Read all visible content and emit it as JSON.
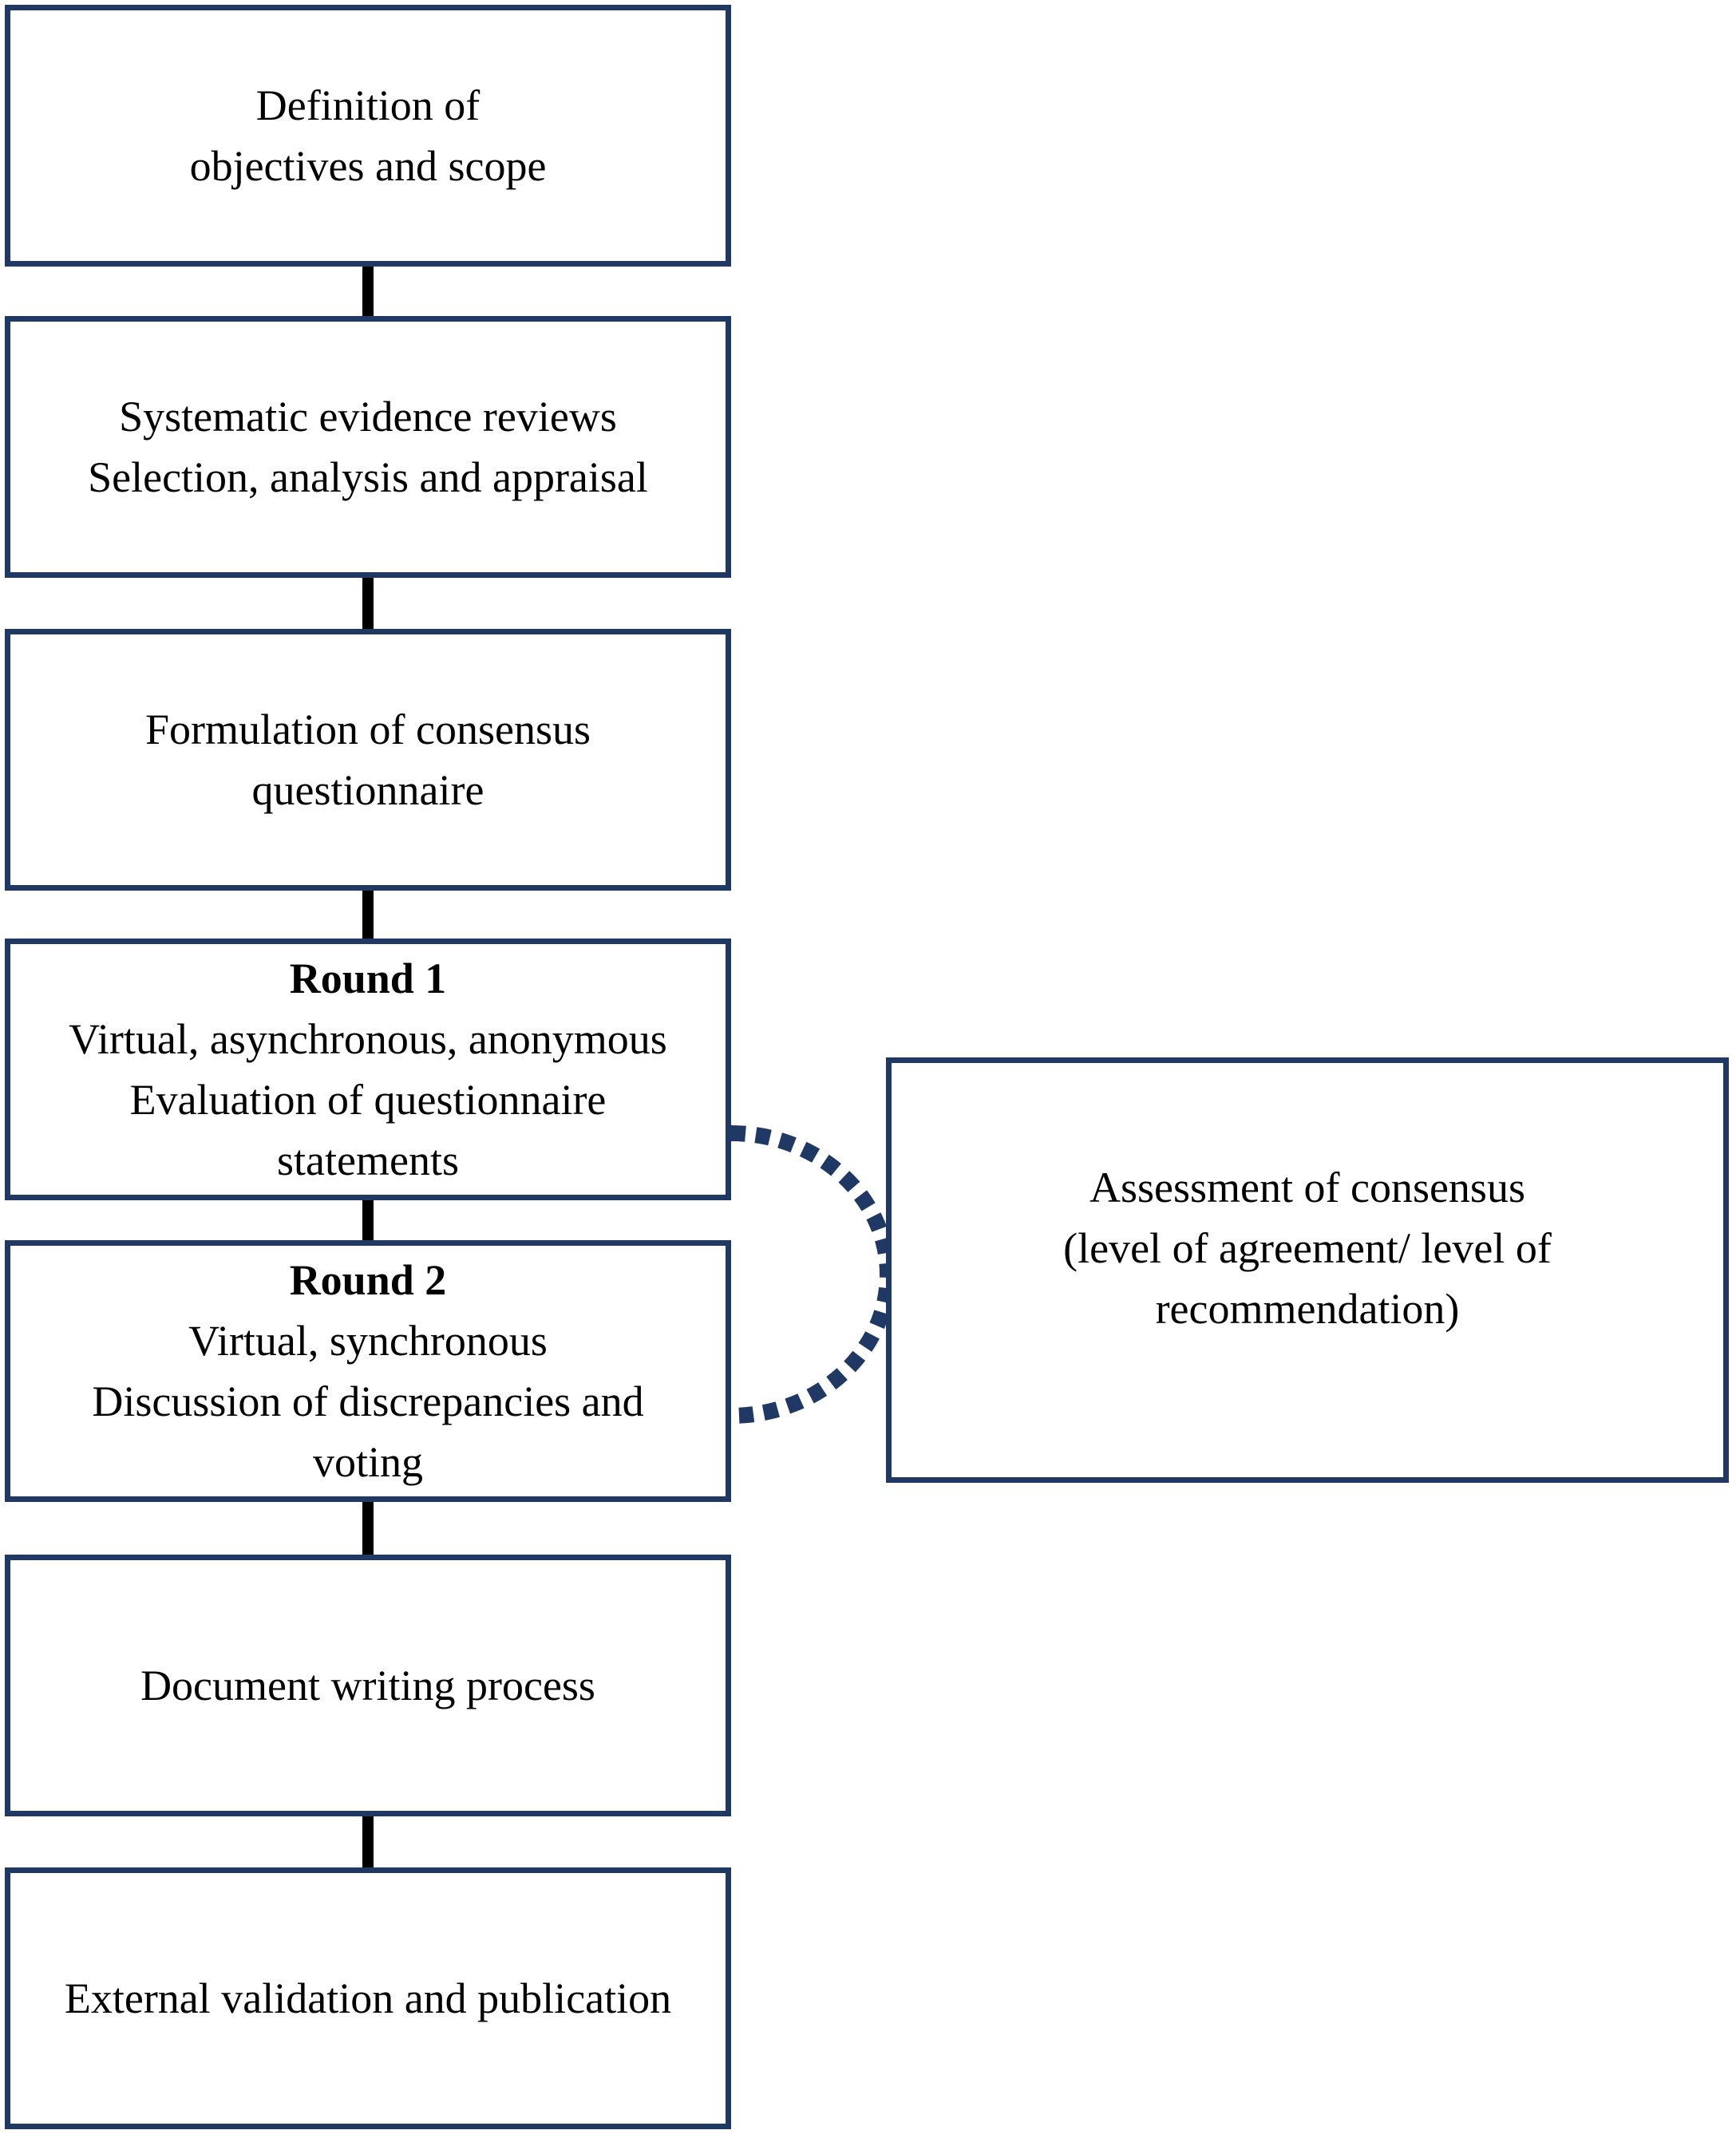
{
  "flowchart": {
    "colors": {
      "box_border": "#1f3864",
      "connector": "#000000",
      "dot": "#1f3864",
      "text": "#000000",
      "bg": "#ffffff"
    },
    "boxes": [
      {
        "id": "definition",
        "lines": [
          "Definition of",
          "objectives and scope"
        ]
      },
      {
        "id": "systematic-reviews",
        "lines": [
          "Systematic evidence reviews",
          "Selection, analysis and appraisal"
        ]
      },
      {
        "id": "questionnaire",
        "lines": [
          "Formulation of consensus",
          "questionnaire"
        ]
      },
      {
        "id": "round-1",
        "title": "Round 1",
        "lines": [
          "Virtual, asynchronous, anonymous",
          "Evaluation of questionnaire",
          "statements"
        ]
      },
      {
        "id": "round-2",
        "title": "Round 2",
        "lines": [
          "Virtual, synchronous",
          "Discussion of discrepancies and",
          "voting"
        ]
      },
      {
        "id": "document-writing",
        "lines": [
          "Document writing process"
        ]
      },
      {
        "id": "external-validation",
        "lines": [
          "External validation and publication"
        ]
      }
    ],
    "side_box": {
      "id": "assessment",
      "lines": [
        "Assessment of consensus",
        "(level of agreement/ level of",
        "recommendation)"
      ]
    }
  }
}
